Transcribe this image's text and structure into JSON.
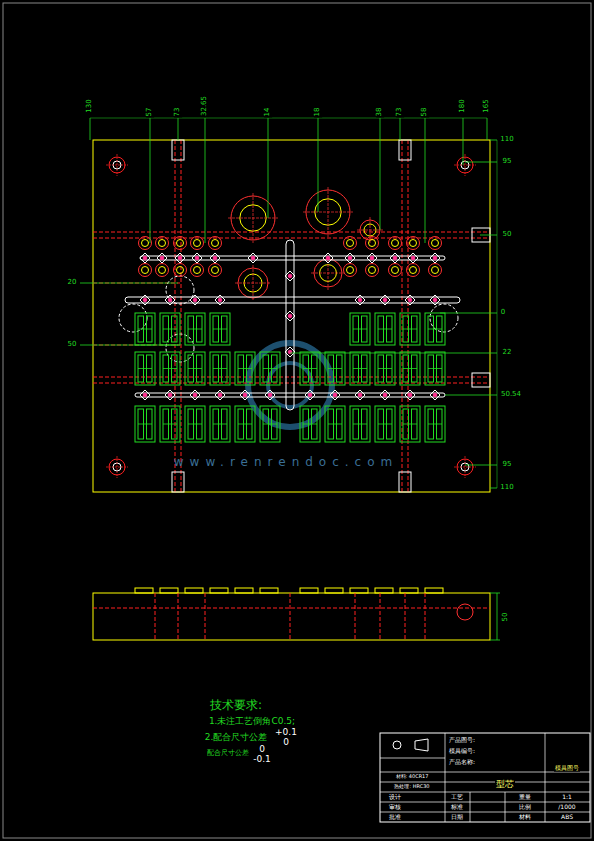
{
  "diagram": {
    "labels": [
      "130",
      "57",
      "73",
      "32.65",
      "14",
      "18",
      "38",
      "73",
      "58",
      "180",
      "165",
      "110",
      "95",
      "50",
      "0",
      "22",
      "50.54",
      "95",
      "110",
      "20",
      "50",
      "50",
      "技术要求:",
      "1.未注工艺倒角C0.5;",
      "2.配合尺寸公差",
      "+0.1",
      "0",
      "配合尺寸公差",
      "0",
      "-0.1",
      "www.renrendoc.com",
      "产品图号:",
      "模具编号:",
      "产品名称:",
      "模具图号",
      "型芯",
      "材料: 40CR17",
      "热处理: HRC30",
      "设计",
      "审核",
      "批准",
      "工艺",
      "标准",
      "日期",
      "重量",
      "比例",
      "材料",
      "1:1",
      "/1000",
      "ABS"
    ]
  }
}
